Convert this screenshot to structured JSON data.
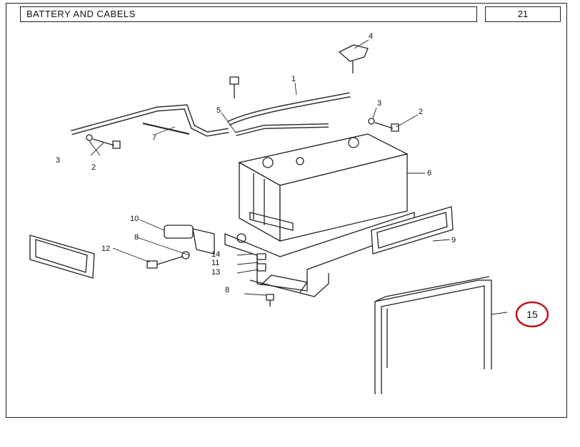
{
  "header": {
    "title": "BATTERY AND CABELS",
    "page_number": "21"
  },
  "callouts": [
    {
      "id": "c1",
      "label": "1"
    },
    {
      "id": "c2a",
      "label": "2"
    },
    {
      "id": "c2b",
      "label": "2"
    },
    {
      "id": "c3a",
      "label": "3"
    },
    {
      "id": "c3b",
      "label": "3"
    },
    {
      "id": "c4",
      "label": "4"
    },
    {
      "id": "c5",
      "label": "5"
    },
    {
      "id": "c6",
      "label": "6"
    },
    {
      "id": "c7",
      "label": "7"
    },
    {
      "id": "c8a",
      "label": "8"
    },
    {
      "id": "c8b",
      "label": "8"
    },
    {
      "id": "c9",
      "label": "9"
    },
    {
      "id": "c10",
      "label": "10"
    },
    {
      "id": "c11",
      "label": "11"
    },
    {
      "id": "c12",
      "label": "12"
    },
    {
      "id": "c13",
      "label": "13"
    },
    {
      "id": "c14",
      "label": "14"
    },
    {
      "id": "c15",
      "label": "15"
    }
  ],
  "highlight": {
    "label": "15",
    "circle_color": "#c0141c"
  }
}
